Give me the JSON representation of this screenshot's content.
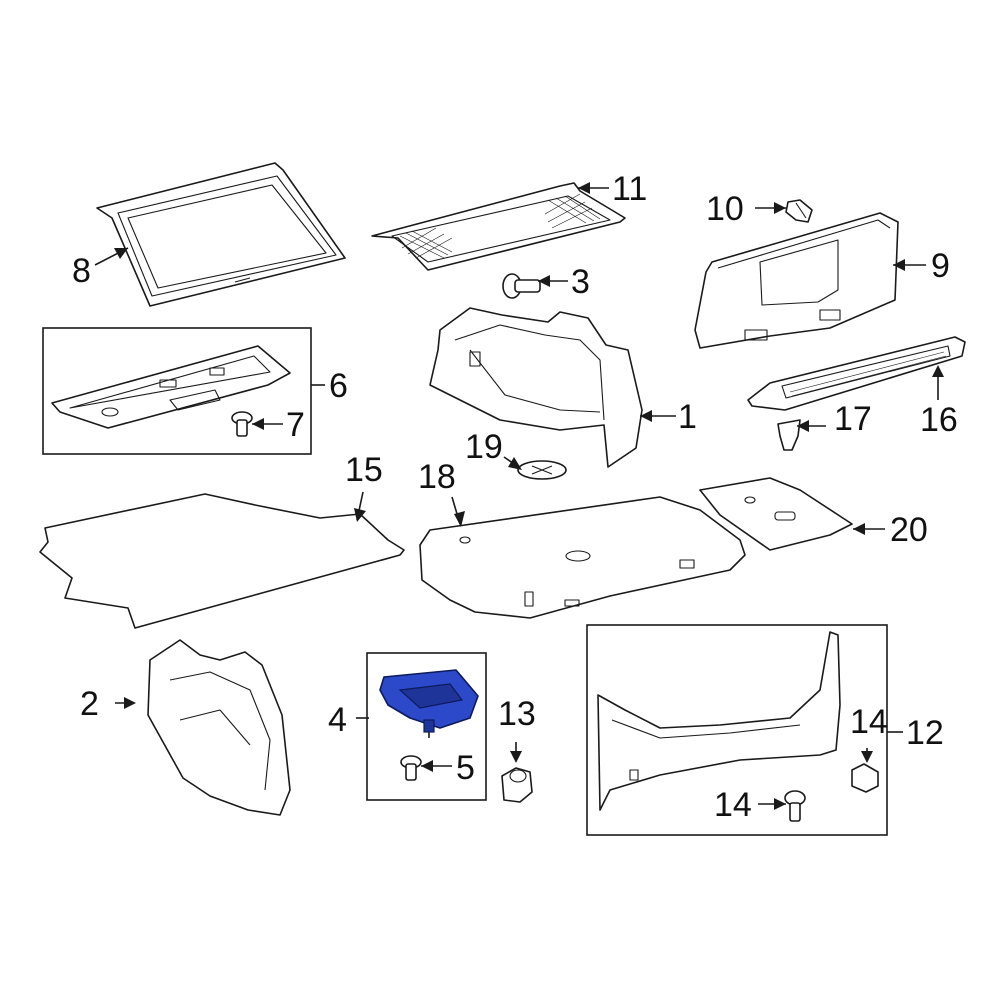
{
  "diagram": {
    "highlight_color": "#2b49c9",
    "line_color": "#1a1a1a",
    "callouts": {
      "c1": "1",
      "c2": "2",
      "c3": "3",
      "c4": "4",
      "c5": "5",
      "c6": "6",
      "c7": "7",
      "c8": "8",
      "c9": "9",
      "c10": "10",
      "c11": "11",
      "c12": "12",
      "c13": "13",
      "c14a": "14",
      "c14b": "14",
      "c15": "15",
      "c16": "16",
      "c17": "17",
      "c18": "18",
      "c19": "19",
      "c20": "20"
    },
    "highlighted_part": "4"
  }
}
